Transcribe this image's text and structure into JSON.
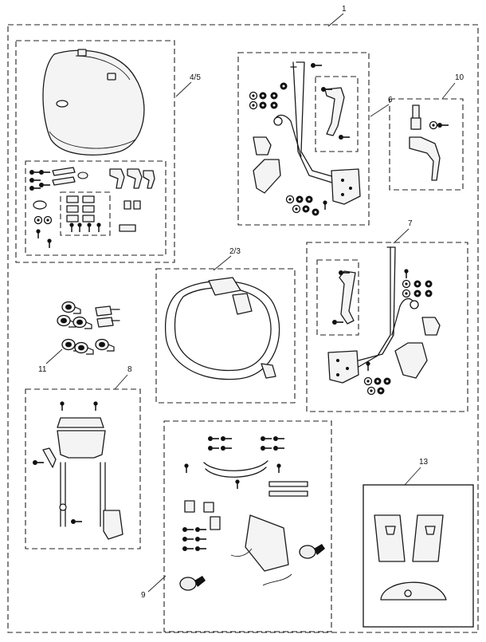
{
  "callouts": {
    "c1": "1",
    "c45": "4/5",
    "c6": "6",
    "c10": "10",
    "c23": "2/3",
    "c7": "7",
    "c11": "11",
    "c8": "8",
    "c13": "13",
    "c9": "9"
  }
}
